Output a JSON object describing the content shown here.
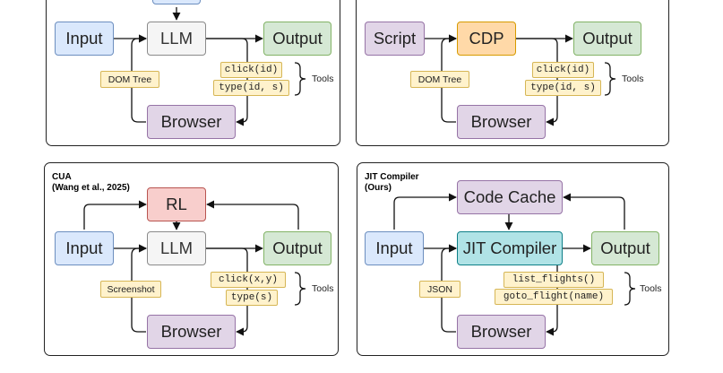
{
  "panels": [
    {
      "id": "p1",
      "title": [],
      "nodes": {
        "top_stub": "",
        "input": "Input",
        "llm": "LLM",
        "output": "Output",
        "browser": "Browser"
      },
      "context_tag": "DOM Tree",
      "tools": [
        "click(id)",
        "type(id, s)"
      ],
      "tools_label": "Tools"
    },
    {
      "id": "p2",
      "title": [],
      "nodes": {
        "script": "Script",
        "cdp": "CDP",
        "output": "Output",
        "browser": "Browser"
      },
      "context_tag": "DOM Tree",
      "tools": [
        "click(id)",
        "type(id, s)"
      ],
      "tools_label": "Tools"
    },
    {
      "id": "p3",
      "title": [
        "CUA",
        "(Wang et al., 2025)"
      ],
      "nodes": {
        "rl": "RL",
        "input": "Input",
        "llm": "LLM",
        "output": "Output",
        "browser": "Browser"
      },
      "context_tag": "Screenshot",
      "tools": [
        "click(x,y)",
        "type(s)"
      ],
      "tools_label": "Tools"
    },
    {
      "id": "p4",
      "title": [
        "JIT Compiler",
        "(Ours)"
      ],
      "nodes": {
        "code_cache": "Code Cache",
        "input": "Input",
        "jit": "JIT Compiler",
        "output": "Output",
        "browser": "Browser"
      },
      "context_tag": "JSON",
      "tools": [
        "list_flights()",
        "goto_flight(name)"
      ],
      "tools_label": "Tools"
    }
  ]
}
